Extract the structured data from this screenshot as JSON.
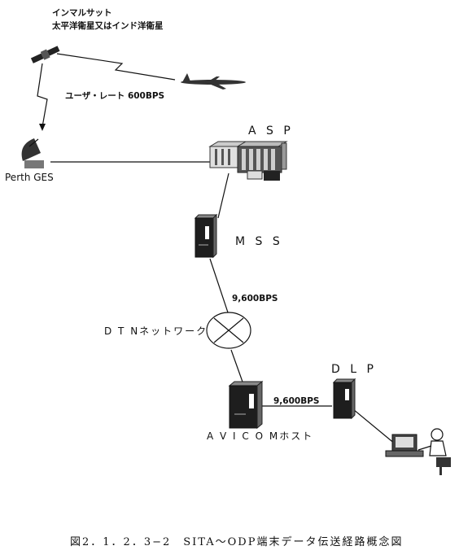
{
  "satellite": {
    "line1": "インマルサット",
    "line2": "太平洋衛星又はインド洋衛星"
  },
  "user_rate": "ユーザ・レート 600BPS",
  "ground_station": "Perth GES",
  "asp": "A S P",
  "mss": "M S S",
  "link_speed_1": "9,600BPS",
  "dtn": "D T Nネットワーク",
  "dlp": "D L P",
  "link_speed_2": "9,600BPS",
  "avicom": "A V I C O Mホスト",
  "caption": "図2．1．2．3−2　SITA〜ODP端末データ伝送経路概念図"
}
